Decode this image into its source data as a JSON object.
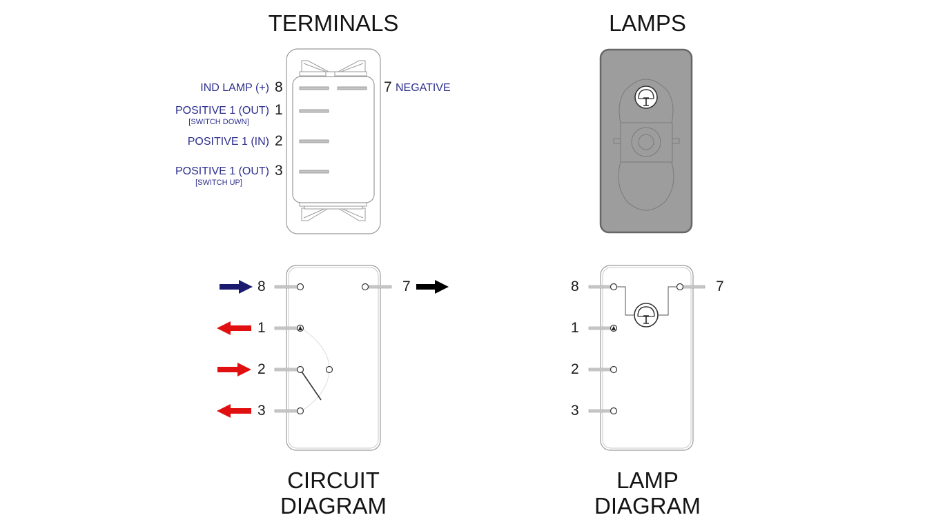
{
  "titles": {
    "terminals": "TERMINALS",
    "lamps": "LAMPS",
    "circuit_line1": "CIRCUIT",
    "circuit_line2": "DIAGRAM",
    "lamp_line1": "LAMP",
    "lamp_line2": "DIAGRAM"
  },
  "terminals": [
    {
      "number": "8",
      "label": "IND LAMP (+)",
      "note": ""
    },
    {
      "number": "1",
      "label": "POSITIVE 1 (OUT)",
      "note": "[SWITCH DOWN]"
    },
    {
      "number": "2",
      "label": "POSITIVE 1 (IN)",
      "note": ""
    },
    {
      "number": "3",
      "label": "POSITIVE 1 (OUT)",
      "note": "[SWITCH UP]"
    },
    {
      "number": "7",
      "label": "NEGATIVE",
      "note": ""
    }
  ],
  "circuit": {
    "pins": [
      "8",
      "7",
      "1",
      "2",
      "3"
    ],
    "arrows": [
      {
        "pin": "8",
        "direction": "in",
        "color": "#1a1a6e"
      },
      {
        "pin": "1",
        "direction": "out",
        "color": "#e01010"
      },
      {
        "pin": "2",
        "direction": "in",
        "color": "#e01010"
      },
      {
        "pin": "3",
        "direction": "out",
        "color": "#e01010"
      },
      {
        "pin": "7",
        "direction": "out",
        "color": "#000000"
      }
    ]
  },
  "lamp_diagram": {
    "pins": [
      "8",
      "7",
      "1",
      "2",
      "3"
    ]
  },
  "colors": {
    "label_blue": "#2b2e8c",
    "lamp_body": "#9d9d9d",
    "outline": "#8a8a8a"
  }
}
